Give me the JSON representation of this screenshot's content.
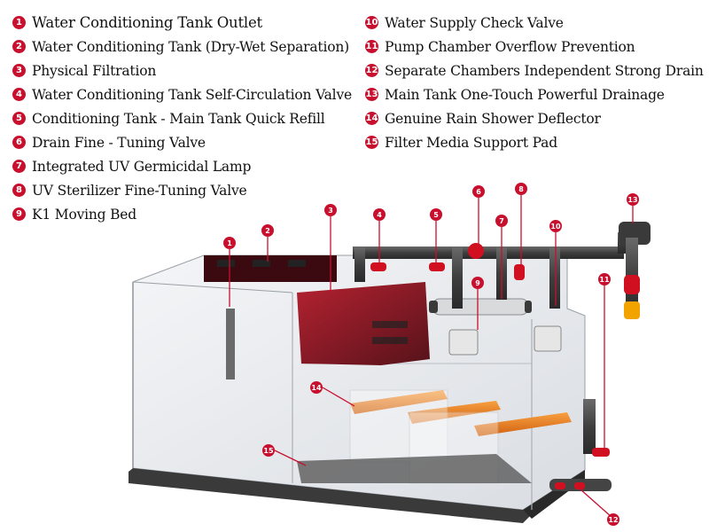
{
  "legend_left": [
    {
      "num": "1",
      "label": "Water Conditioning Tank Outlet"
    },
    {
      "num": "2",
      "label": "Water Conditioning Tank (Dry-Wet Separation)"
    },
    {
      "num": "3",
      "label": "Physical Filtration"
    },
    {
      "num": "4",
      "label": "Water Conditioning Tank Self-Circulation Valve"
    },
    {
      "num": "5",
      "label": "Conditioning Tank - Main Tank Quick Refill"
    },
    {
      "num": "6",
      "label": "Drain Fine - Tuning Valve"
    },
    {
      "num": "7",
      "label": "Integrated UV Germicidal Lamp"
    },
    {
      "num": "8",
      "label": "UV Sterilizer Fine-Tuning Valve"
    },
    {
      "num": "9",
      "label": "K1 Moving Bed"
    }
  ],
  "legend_right": [
    {
      "num": "10",
      "label": "Water Supply Check Valve"
    },
    {
      "num": "11",
      "label": "Pump Chamber Overflow Prevention"
    },
    {
      "num": "12",
      "label": "Separate Chambers Independent Strong Drain"
    },
    {
      "num": "13",
      "label": "Main Tank One-Touch Powerful Drainage"
    },
    {
      "num": "14",
      "label": "Genuine Rain Shower Deflector"
    },
    {
      "num": "15",
      "label": "Filter Media Support Pad"
    }
  ],
  "callouts": [
    "1",
    "2",
    "3",
    "4",
    "5",
    "6",
    "7",
    "8",
    "9",
    "10",
    "11",
    "12",
    "13",
    "14",
    "15"
  ],
  "colors": {
    "accent": "#c8102e",
    "pipe": "#4a4a4a",
    "glass": "#e9ecef",
    "tray": "#f08a24"
  }
}
